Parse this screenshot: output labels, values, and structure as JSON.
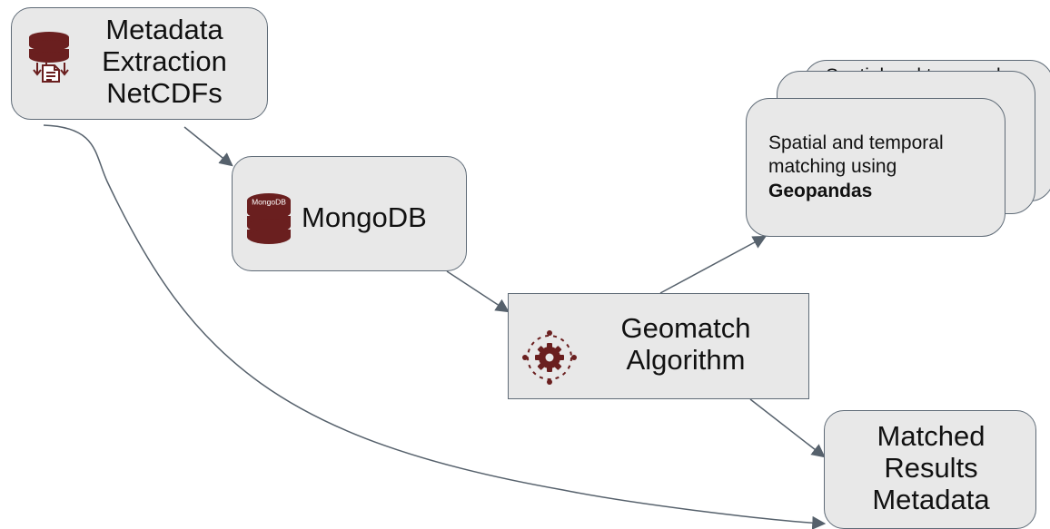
{
  "diagram": {
    "nodes": {
      "metadata": {
        "lines": [
          "Metadata",
          "Extraction",
          "NetCDFs"
        ],
        "icon": "database-export-icon"
      },
      "mongodb": {
        "label": "MongoDB",
        "icon": "mongodb-database-icon",
        "icon_text": "MongoDB"
      },
      "geomatch": {
        "lines": [
          "Geomatch",
          "Algorithm"
        ],
        "icon": "gear-cycle-icon"
      },
      "spatial": {
        "line1": "Spatial and temporal",
        "line2": "matching using",
        "line3": "Geopandas",
        "back_text": "Spatial and temporal"
      },
      "results": {
        "lines": [
          "Matched",
          "Results",
          "Metadata"
        ]
      }
    }
  },
  "colors": {
    "box_fill": "#e8e8e8",
    "box_border": "#5f6b77",
    "icon_primary": "#6a1f1f",
    "connector": "#56616c"
  }
}
